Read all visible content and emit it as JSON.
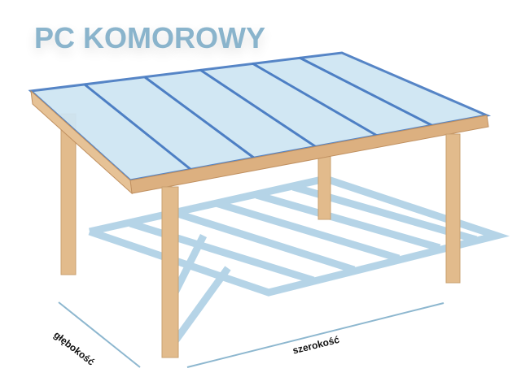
{
  "title": "PC KOMOROWY",
  "dimensions": {
    "depth_label": "głębokość",
    "width_label": "szerokość"
  },
  "colors": {
    "title": "#8ab4cc",
    "wood": "#e2bb8c",
    "roof": "#cfe6f3",
    "frame": "#4d7fc4",
    "shadow": "#a9cde3",
    "dimension_line": "#8db7cf"
  }
}
